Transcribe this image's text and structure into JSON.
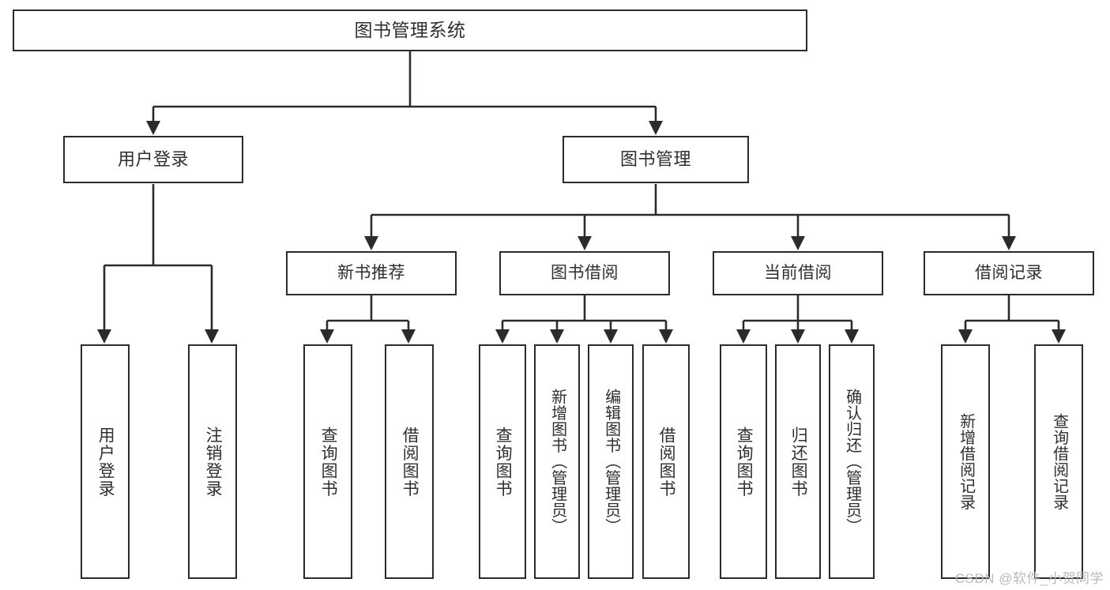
{
  "diagram": {
    "title": "图书管理系统",
    "type": "hierarchy-tree",
    "watermark": "CSDN @软件_小贺同学",
    "colors": {
      "stroke": "#2b2b2b",
      "box_fill": "#ffffff",
      "text": "#2f2f2f",
      "background": "#ffffff",
      "watermark": "#b9b9b9"
    },
    "root": {
      "label": "图书管理系统"
    },
    "level2": [
      {
        "label": "用户登录"
      },
      {
        "label": "图书管理"
      }
    ],
    "level3": [
      {
        "label": "新书推荐"
      },
      {
        "label": "图书借阅"
      },
      {
        "label": "当前借阅"
      },
      {
        "label": "借阅记录"
      }
    ],
    "leaves": {
      "user_login": [
        {
          "label": "用户登录"
        },
        {
          "label": "注销登录"
        }
      ],
      "new_book_recommend": [
        {
          "label": "查询图书"
        },
        {
          "label": "借阅图书"
        }
      ],
      "book_borrow": [
        {
          "label": "查询图书"
        },
        {
          "label": "新增图书（管理员）"
        },
        {
          "label": "编辑图书（管理员）"
        },
        {
          "label": "借阅图书"
        }
      ],
      "current_borrow": [
        {
          "label": "查询图书"
        },
        {
          "label": "归还图书"
        },
        {
          "label": "确认归还（管理员）"
        }
      ],
      "borrow_record": [
        {
          "label": "新增借阅记录"
        },
        {
          "label": "查询借阅记录"
        }
      ]
    }
  }
}
